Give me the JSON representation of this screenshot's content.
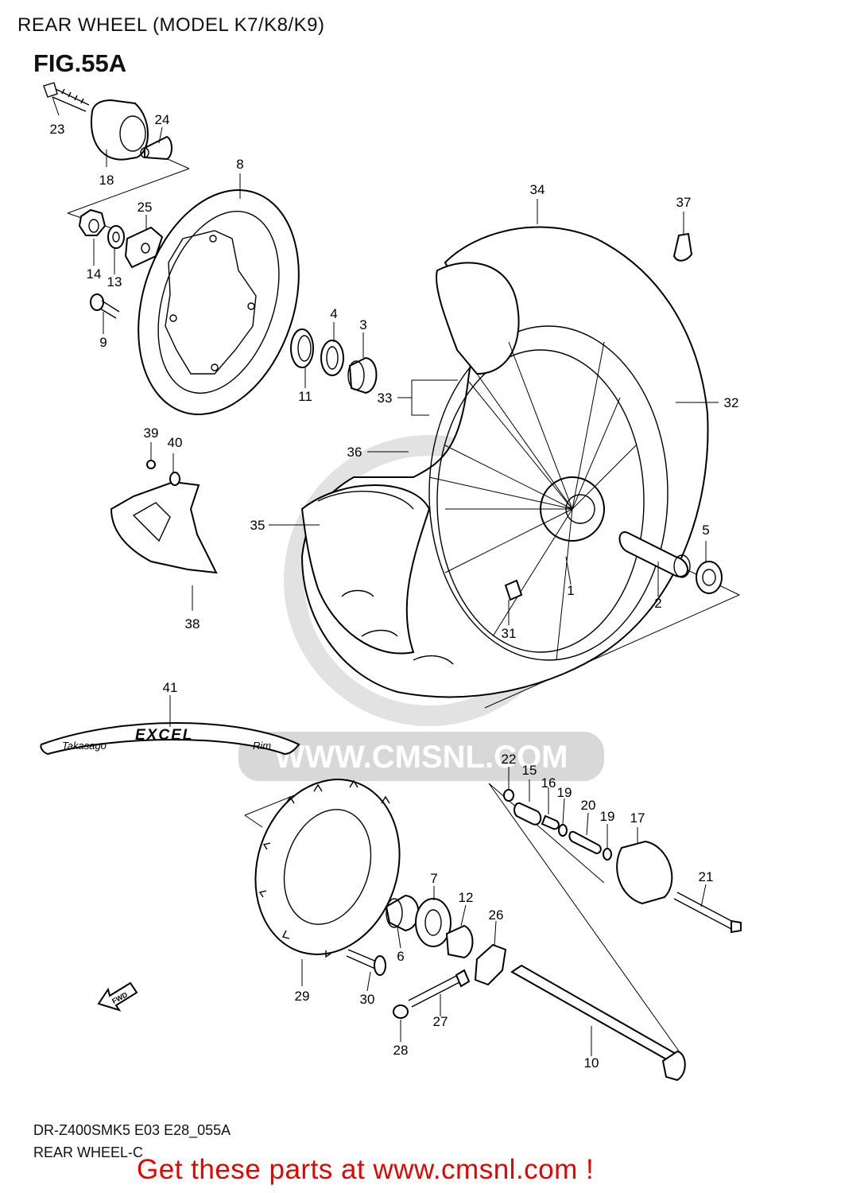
{
  "header": {
    "title": "REAR WHEEL (MODEL K7/K8/K9)",
    "figure": "FIG.55A"
  },
  "footer": {
    "code_line1": "DR-Z400SMK5 E03 E28_055A",
    "code_line2": "REAR WHEEL-C",
    "promo": "Get these parts at www.cmsnl.com !"
  },
  "watermark": {
    "text": "WWW.CMSNL.COM"
  },
  "rim_decal": {
    "brand": "Takasago",
    "model": "EXCEL",
    "word": "Rim"
  },
  "fwd_arrow": {
    "label": "FWD"
  },
  "callouts": [
    "1",
    "2",
    "3",
    "4",
    "5",
    "6",
    "7",
    "8",
    "9",
    "10",
    "11",
    "12",
    "13",
    "14",
    "15",
    "16",
    "17",
    "18",
    "19",
    "19",
    "20",
    "21",
    "22",
    "23",
    "24",
    "25",
    "26",
    "27",
    "28",
    "29",
    "30",
    "31",
    "32",
    "33",
    "34",
    "35",
    "36",
    "37",
    "38",
    "39",
    "40",
    "41"
  ],
  "colors": {
    "promo": "#e10600",
    "line": "#000000",
    "watermark": "#d8d8d8"
  }
}
